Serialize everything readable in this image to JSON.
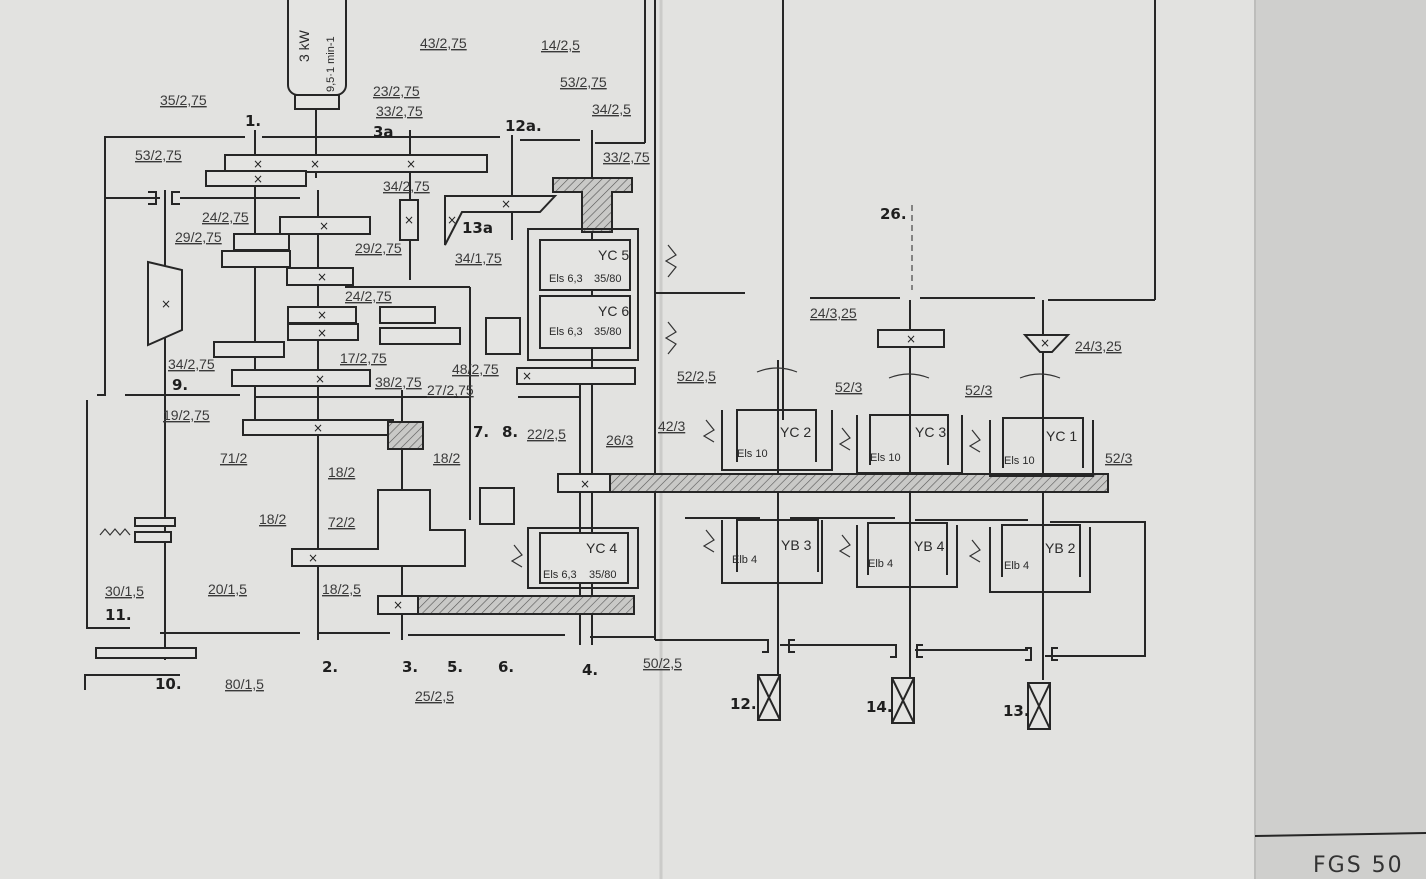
{
  "motor": {
    "power": "3 kW",
    "speed": "9,5·1 min-1"
  },
  "gear_labels": [
    "35/2,75",
    "53/2,75",
    "23/2,75",
    "33/2,75",
    "43/2,75",
    "14/2,5",
    "53/2,75",
    "34/2,5",
    "33/2,75",
    "34/2,75",
    "24/2,75",
    "29/2,75",
    "29/2,75",
    "34/1,75",
    "24/2,75",
    "34/2,75",
    "17/2,75",
    "48/2,75",
    "52/2,5",
    "38/2,75",
    "27/2,75",
    "19/2,75",
    "22/2,5",
    "26/3",
    "42/3",
    "71/2",
    "18/2",
    "18/2",
    "18/2",
    "72/2",
    "30/1,5",
    "20/1,5",
    "18/2,5",
    "80/1,5",
    "25/2,5",
    "50/2,5",
    "52/3",
    "52/3",
    "52/3",
    "24/3,25",
    "24/3,25"
  ],
  "shaft_numbers": [
    "1.",
    "3a",
    "12a.",
    "13a",
    "9.",
    "7.",
    "8.",
    "11.",
    "2.",
    "3.",
    "5.",
    "6.",
    "4.",
    "10.",
    "26.",
    "12.",
    "14.",
    "13."
  ],
  "cylinders": [
    {
      "name": "YC 5",
      "spec": "Els 6,3",
      "size": "35/80"
    },
    {
      "name": "YC 6",
      "spec": "Els 6,3",
      "size": "35/80"
    },
    {
      "name": "YC 4",
      "spec": "Els 6,3",
      "size": "35/80"
    },
    {
      "name": "YC 2",
      "spec": "Els 10"
    },
    {
      "name": "YC 3",
      "spec": "Els 10"
    },
    {
      "name": "YC 1",
      "spec": "Els 10"
    },
    {
      "name": "YB 3",
      "spec": "Elb 4"
    },
    {
      "name": "YB 4",
      "spec": "Elb 4"
    },
    {
      "name": "YB 2",
      "spec": "Elb 4"
    }
  ],
  "sheet_id": "FGS 50",
  "colors": {
    "paper": "#e2e2e0",
    "ink": "#262626",
    "margin_paper": "#cfcfcd"
  }
}
